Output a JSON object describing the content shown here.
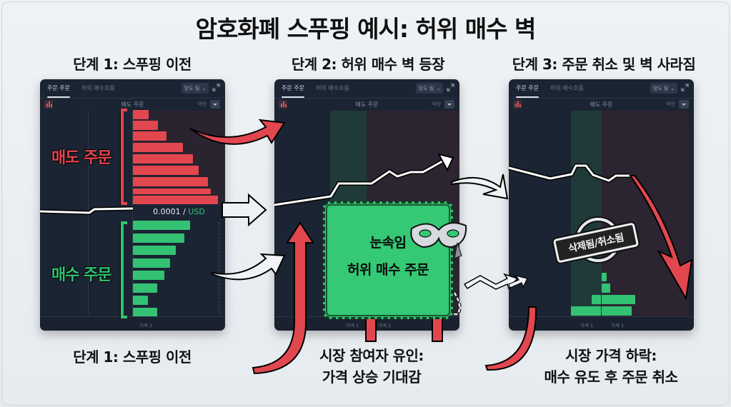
{
  "title": "암호화폐 스푸핑 예시: 허위 매수 벽",
  "stages": [
    {
      "title": "단계 1: 스푸핑 이전",
      "caption": [
        "단계 1: 스푸핑 이전"
      ],
      "panel": {
        "tabs": [
          "주문 주문",
          "허위 매수흐름"
        ],
        "dropdown": "망도 팀",
        "sub_label": "매도 주문",
        "sub_right": "액량",
        "price": "0.0001 / ",
        "currency": "USD",
        "footer_labels": [
          "가격 1"
        ],
        "sell_label": "매도 주문",
        "buy_label": "매수 주문"
      }
    },
    {
      "title": "단계 2: 허위 매수 벽 등장",
      "caption": [
        "시장 참여자 유인:",
        "가격 상승 기대감"
      ],
      "panel": {
        "tabs": [
          "주문 주문",
          "허위 매수흐름"
        ],
        "dropdown": "망도 팀",
        "sub_label": "매도 주문",
        "sub_right": "액량",
        "footer_labels": [
          "가격 1",
          "가격 2"
        ],
        "wall_lines": [
          "눈속임",
          "허위 매수 주문"
        ]
      }
    },
    {
      "title": "단계 3: 주문 취소 및 벽 사라짐",
      "caption": [
        "시장 가격 하락:",
        "매수 유도 후 주문 취소"
      ],
      "panel": {
        "tabs": [
          "주문 주문",
          "허위 매수흐름"
        ],
        "dropdown": "망도 팀",
        "sub_label": "매도 주문",
        "sub_right": "액량",
        "footer_labels": [
          "가격 1",
          "가격 1"
        ],
        "stamp": "삭제됨/취소됨"
      }
    }
  ],
  "icons": {
    "expand": "expand-icon",
    "chart": "bar-chart-icon",
    "mask": "mask-icon",
    "dropdown": "chevron-down-icon"
  },
  "colors": {
    "sell": "#e2474f",
    "buy": "#33c274",
    "panel_bg": "#1b2433",
    "page_bg": "#eef2f5"
  },
  "orderbook": {
    "stage1_sell_widths": [
      34,
      47,
      58,
      81,
      95,
      103,
      116,
      120,
      130
    ],
    "stage1_buy_widths": [
      79,
      71,
      60,
      52,
      44,
      34,
      21,
      34
    ],
    "stage3_buy_widths_left": [
      0,
      0,
      13,
      42
    ],
    "stage3_buy_widths_right": [
      7,
      12,
      47,
      42
    ]
  }
}
